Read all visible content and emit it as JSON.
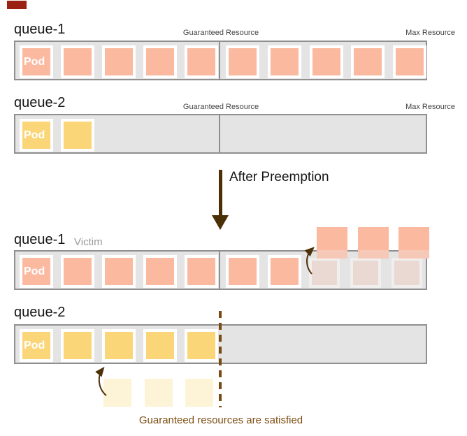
{
  "colors": {
    "pod_salmon": "#FBB9A0",
    "pod_salmon_faded": "#E9D9D2",
    "pod_yellow": "#FAD678",
    "pod_yellow_pending": "#FDF3D6",
    "bar_background": "#E4E4E4",
    "bar_border": "#8F8F8F",
    "arrow_brown": "#4B2F05",
    "guarantee_brown": "#7A4B10",
    "corner_marker_red": "#9B2212",
    "victim_gray": "#9A9A9A"
  },
  "before": {
    "queue1": {
      "title": "queue-1",
      "guaranteed": "Guaranteed Resource",
      "max": "Max Resource",
      "pod_label": "Pod",
      "pod_count": 10
    },
    "queue2": {
      "title": "queue-2",
      "guaranteed": "Guaranteed Resource",
      "max": "Max Resource",
      "pod_label": "Pod",
      "pod_count": 2
    }
  },
  "transition": {
    "label": "After Preemption"
  },
  "after": {
    "queue1": {
      "title": "queue-1",
      "subtitle": "Victim",
      "pod_label": "Pod",
      "pod_count": 7,
      "faded_count": 3,
      "evicted_count": 3
    },
    "queue2": {
      "title": "queue-2",
      "pod_label": "Pod",
      "pod_count": 5,
      "pending_count": 3,
      "caption": "Guaranteed resources are satisfied"
    }
  }
}
